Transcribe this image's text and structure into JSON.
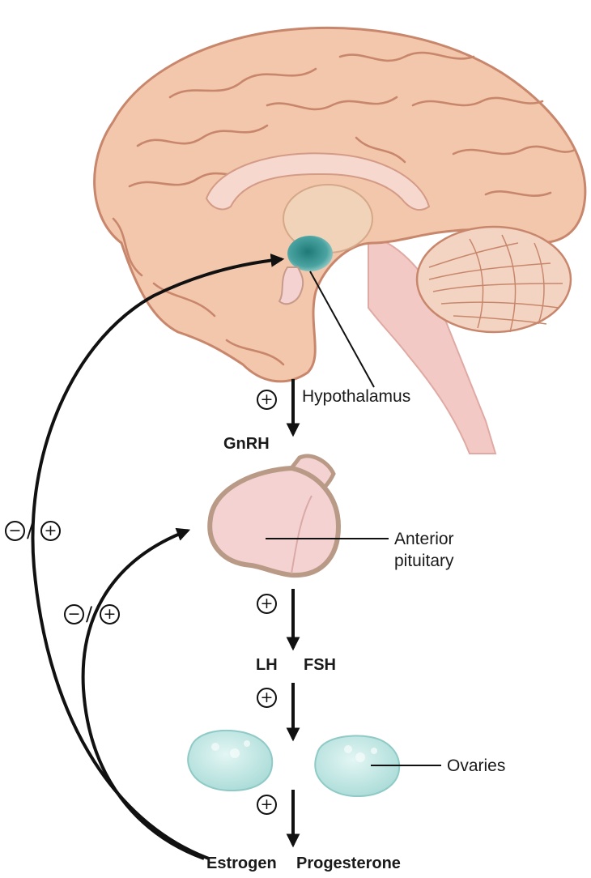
{
  "labels": {
    "hypothalamus": "Hypothalamus",
    "gnrh": "GnRH",
    "anterior_pituitary_line1": "Anterior",
    "anterior_pituitary_line2": "pituitary",
    "lh": "LH",
    "fsh": "FSH",
    "ovaries": "Ovaries",
    "estrogen": "Estrogen",
    "progesterone": "Progesterone"
  },
  "symbols": {
    "plus": "+",
    "minus": "−",
    "slash": "/"
  },
  "colors": {
    "brain_fill": "#f3c7ac",
    "brain_stroke": "#c8876c",
    "hypothalamus": "#2f8a86",
    "pituitary_fill": "#f5d2d2",
    "pituitary_stroke": "#b99a86",
    "ovary_fill": "#bfe6e3",
    "ovary_stroke": "#8fcac6",
    "arrow": "#111111"
  }
}
